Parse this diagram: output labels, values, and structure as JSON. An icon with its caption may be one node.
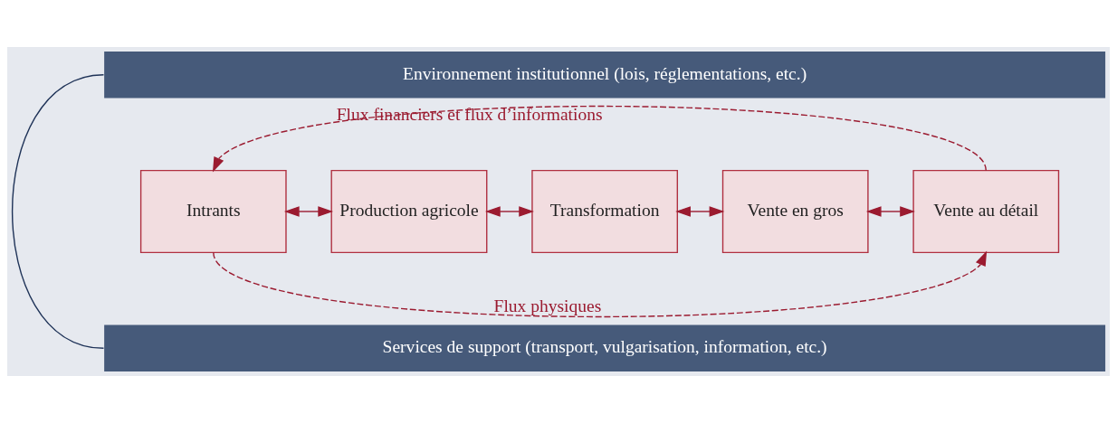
{
  "diagram": {
    "nodes": [
      {
        "text": [
          "Environnement institutionnel (lois, réglementations, etc.)"
        ]
      },
      {
        "text": [
          "Services de support (transport, vulgarisation, information, etc.)"
        ]
      },
      {
        "text": [
          "Intrants"
        ]
      },
      {
        "text": [
          "Production agricole"
        ]
      },
      {
        "text": [
          "Transformation"
        ]
      },
      {
        "text": [
          "Vente en gros"
        ]
      },
      {
        "text": [
          "Vente au détail"
        ]
      }
    ],
    "edges": [
      {
        "from": 2,
        "to": 3,
        "arrow": "both"
      },
      {
        "from": 3,
        "to": 4,
        "arrow": "both"
      },
      {
        "from": 4,
        "to": 5,
        "arrow": "both"
      },
      {
        "from": 5,
        "to": 6,
        "arrow": "both"
      },
      {
        "from": 6,
        "to": 2,
        "arrow": "to",
        "style": "dashed",
        "label": "Flux financiers et flux d’informations"
      },
      {
        "from": 2,
        "to": 6,
        "arrow": "to",
        "style": "dashed",
        "label": "Flux physiques"
      },
      {
        "from": 0,
        "to": 1,
        "arrow": "none",
        "color": "#1f3358"
      }
    ]
  }
}
